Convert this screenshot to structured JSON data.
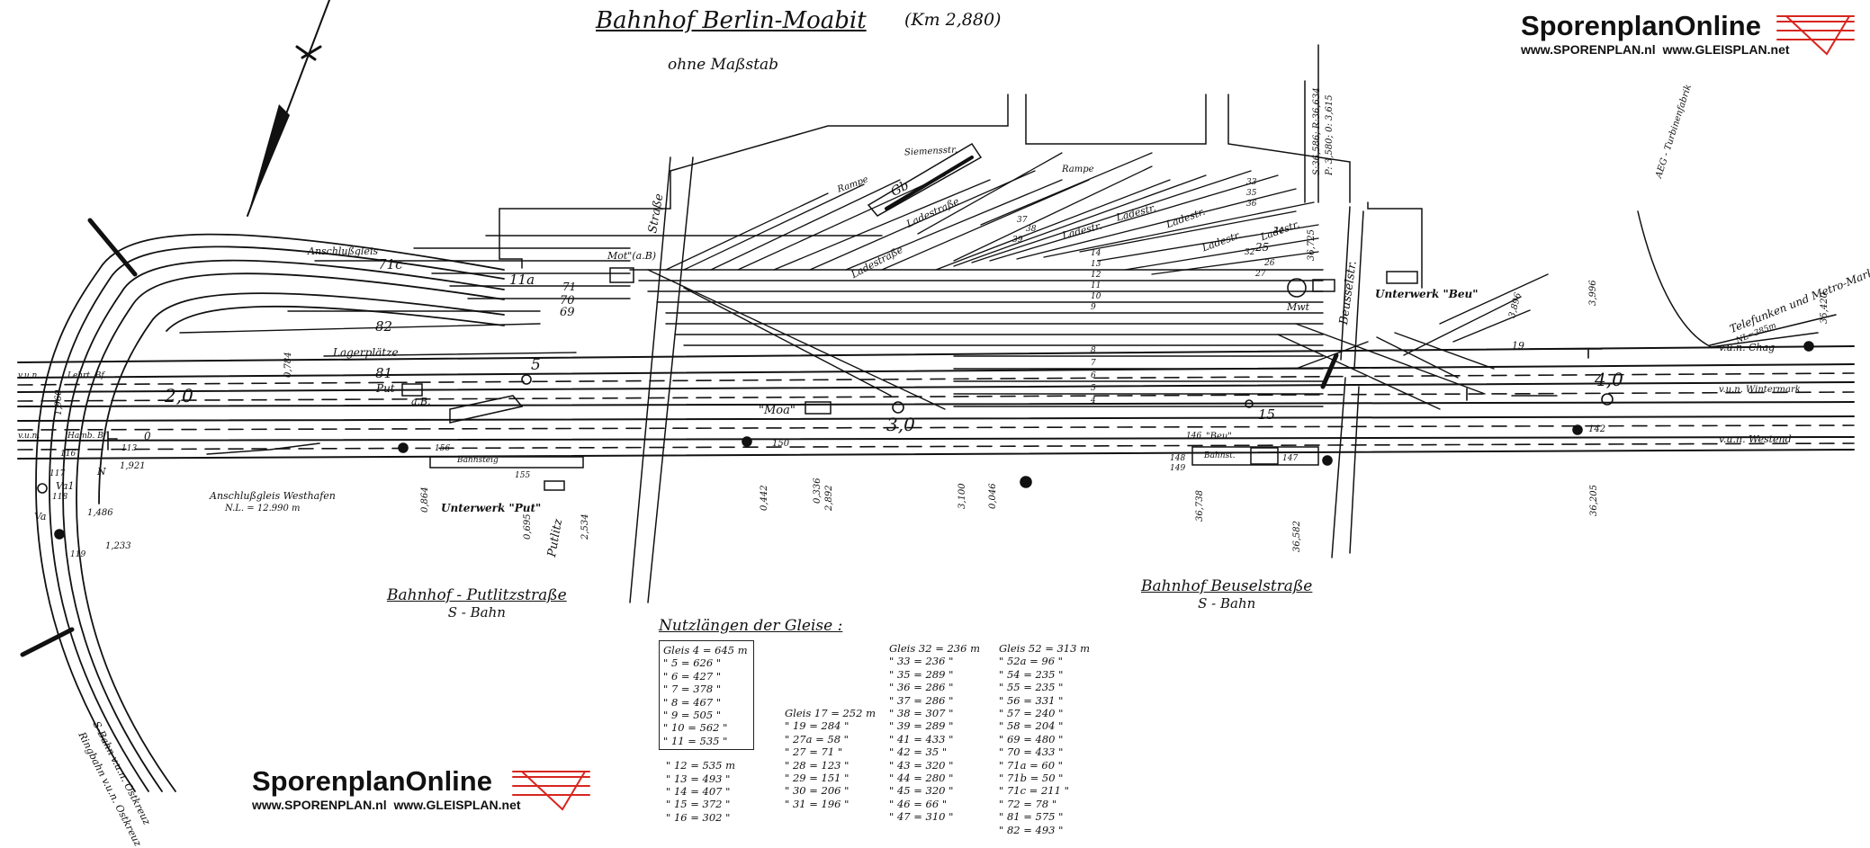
{
  "title": {
    "name": "Bahnhof Berlin-Moabit",
    "km": "(Km 2,880)",
    "scale_note": "ohne Maßstab"
  },
  "branding": {
    "name": "SporenplanOnline",
    "urls": "www.SPORENPLAN.nl  www.GLEISPLAN.net"
  },
  "colors": {
    "brand_red": "#d7261e",
    "ink": "#111111",
    "paper": "#ffffff"
  },
  "icons": [
    "north-arrow-icon",
    "brand-rail-logo-icon",
    "signal-icon",
    "switch-icon"
  ],
  "street_labels": {
    "siemensstr": "Siemensstr.",
    "strasse": "Straße",
    "putlitz": "Putlitz",
    "beusselstr": "Beusselstr."
  },
  "labels": {
    "anschlussgleis": "Anschlußgleis",
    "lagerplaetze": "Lagerplätze",
    "rampe1": "Rampe",
    "rampe2": "Rampe",
    "gb": "Gb",
    "ladestrasse1": "Ladestraße",
    "ladestrasse2": "Ladestraße",
    "ladestr": [
      "Ladestr.",
      "Ladestr.",
      "Ladestr.",
      "Ladestr.",
      "Ladestr."
    ],
    "mot": "Mot\"(a.B)",
    "put": "Put",
    "ab": "a.B.",
    "moa": "\"Moa\"",
    "mwt": "Mwt",
    "unterwerk_beu": "Unterwerk \"Beu\"",
    "unterwerk_put": "Unterwerk \"Put\"",
    "bahnsteig": "Bahnsteig",
    "bahnst": "Bahnst.",
    "beu": "\"Beu\"",
    "anschlussgleis_westhafen": "Anschlußgleis Westhafen",
    "nl_westhafen": "N.L. = 12.990 m",
    "aeg": "AEG - Turbinenfabrik",
    "telefunken": "Telefunken und Metro-Markt",
    "telefunken_nl": "NL=385m",
    "vun_chag": "v.u.n. Chag",
    "vun_wintermark": "v.u.n. Wintermark",
    "vun_westend": "v.u.n. Westend",
    "vun_left": "v.u.n.",
    "vun_left2": "v.u.n.",
    "lehrt_bf": "Lehrt. Bf",
    "hamb_bf": "Hamb. Bf",
    "sbahn_ostkreuz": "S-Bahn v.u.n. Ostkreuz",
    "ringbahn_ostkreuz": "Ringbahn v.u.n. Ostkreuz",
    "va1": "Va1",
    "va": "Va",
    "n": "N",
    "stations": [
      {
        "name": "Bahnhof - Putlitzstraße",
        "sub": "S - Bahn"
      },
      {
        "name": "Bahnhof Beuselstraße",
        "sub": "S - Bahn"
      }
    ]
  },
  "kilometer_marks": [
    "2,0",
    "3,0",
    "4,0",
    "1,960",
    "1,921",
    "1,486",
    "1,233",
    "0,784",
    "0,864",
    "0,695",
    "2,534",
    "0,442",
    "0,336",
    "2,892",
    "3,100",
    "0,046",
    "36,738",
    "36,582",
    "36,205",
    "36,725",
    "3,896",
    "3,996",
    "35,420",
    "S:36,586; R:36,634",
    "P: 3,580; 0: 3,615"
  ],
  "track_numbers": [
    "71c",
    "11a",
    "71",
    "70",
    "69",
    "82",
    "81",
    "5",
    "15",
    "14",
    "13",
    "12",
    "11",
    "10",
    "9",
    "8",
    "7",
    "6",
    "5",
    "4",
    "19",
    "0",
    "27",
    "26",
    "25",
    "24",
    "33",
    "32",
    "35",
    "36",
    "37",
    "38",
    "39"
  ],
  "switch_numbers": [
    "116",
    "117",
    "113",
    "118",
    "119",
    "150",
    "156",
    "155",
    "142",
    "146",
    "147",
    "148",
    "149"
  ],
  "nutzlaengen": {
    "heading": "Nutzlängen der Gleise :",
    "col1_boxed": [
      "Gleis  4 = 645 m",
      "\"  5 = 626 \"",
      "\"  6 = 427 \"",
      "\"  7 = 378 \"",
      "\"  8 = 467 \"",
      "\"  9 = 505 \"",
      "\" 10 = 562 \"",
      "\" 11 = 535 \""
    ],
    "col1_rest": [
      "\" 12 = 535 m",
      "\" 13 = 493 \"",
      "\" 14 = 407 \"",
      "\" 15 = 372 \"",
      "\" 16 = 302 \""
    ],
    "col2": [
      "Gleis 17 = 252 m",
      "\" 19 = 284 \"",
      "\" 27a = 58 \"",
      "\" 27 = 71 \"",
      "\" 28 = 123 \"",
      "\" 29 = 151 \"",
      "\" 30 = 206 \"",
      "\" 31 = 196 \""
    ],
    "col3": [
      "Gleis 32 = 236 m",
      "\" 33 = 236 \"",
      "\" 35 = 289 \"",
      "\" 36 = 286 \"",
      "\" 37 = 286 \"",
      "\" 38 = 307 \"",
      "\" 39 = 289 \"",
      "\" 41 = 433 \"",
      "\" 42 = 35 \"",
      "\" 43 = 320 \"",
      "\" 44 = 280 \"",
      "\" 45 = 320 \"",
      "\" 46 = 66 \"",
      "\" 47 = 310 \""
    ],
    "col4": [
      "Gleis 52 = 313 m",
      "\" 52a = 96 \"",
      "\" 54 = 235 \"",
      "\" 55 = 235 \"",
      "\" 56 = 331 \"",
      "\" 57 = 240 \"",
      "\" 58 = 204 \"",
      "\" 69 = 480 \"",
      "\" 70 = 433 \"",
      "\" 71a = 60 \"",
      "\" 71b = 50 \"",
      "\" 71c = 211 \"",
      "\" 72 = 78 \"",
      "\" 81 = 575 \"",
      "\" 82 = 493 \""
    ]
  }
}
